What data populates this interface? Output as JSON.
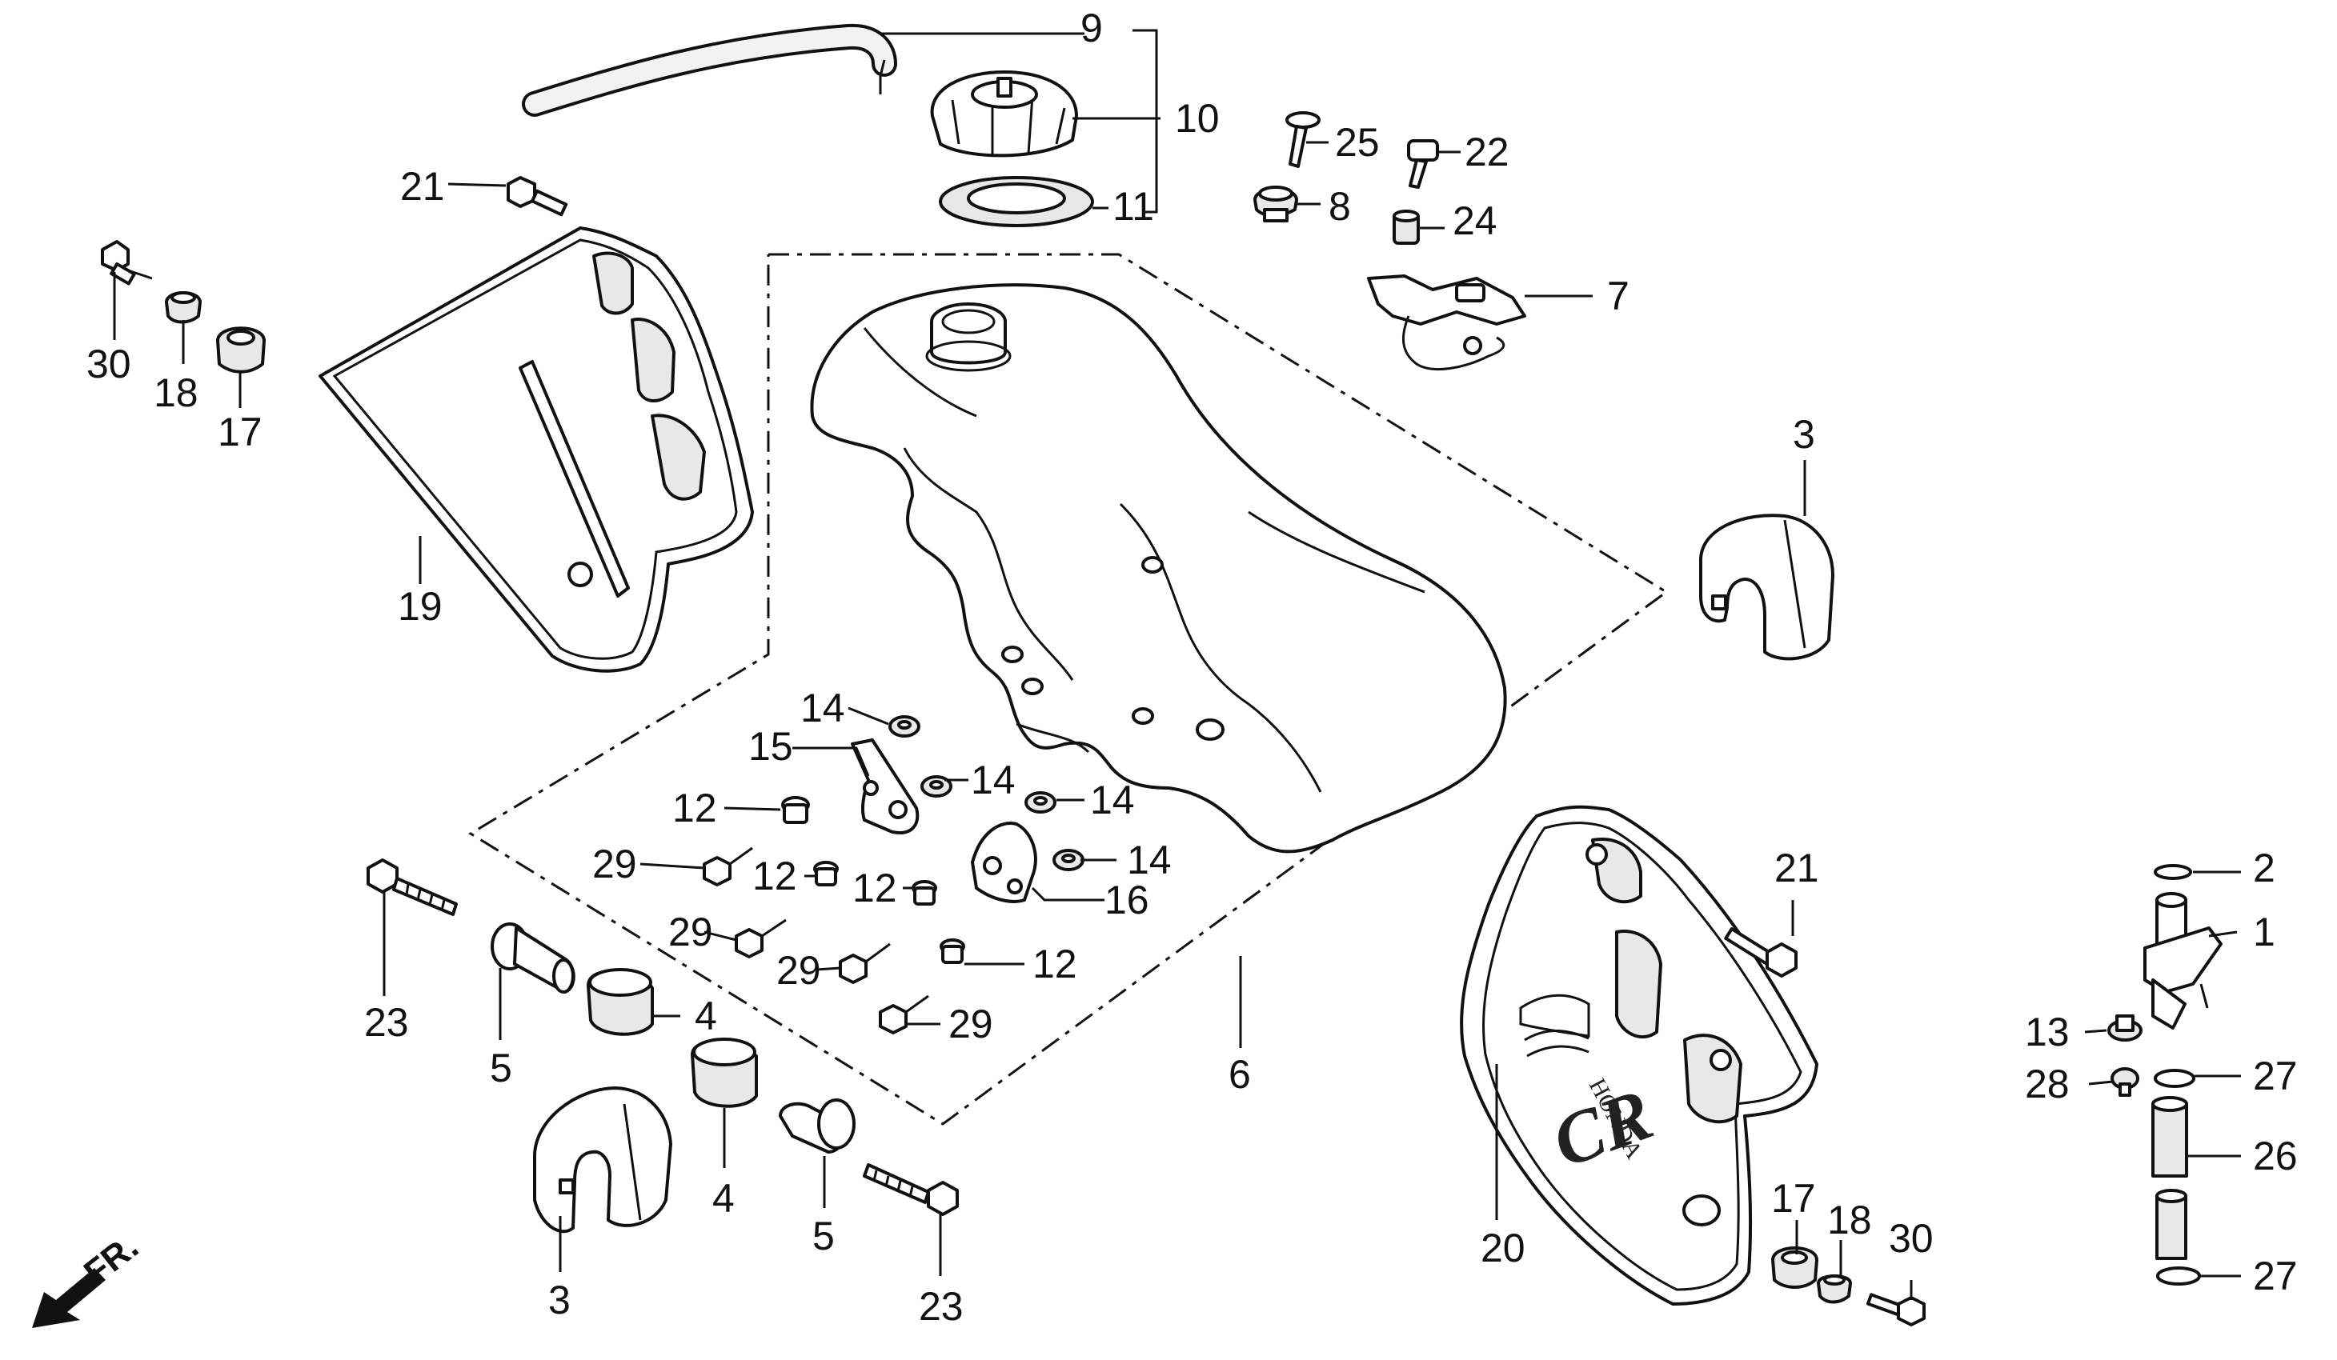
{
  "direction_marker": "FR.",
  "emblem": {
    "brand": "HONDA",
    "model": "CR"
  },
  "callouts": [
    "1",
    "2",
    "3",
    "3",
    "4",
    "4",
    "5",
    "5",
    "6",
    "7",
    "8",
    "9",
    "10",
    "11",
    "12",
    "12",
    "12",
    "12",
    "13",
    "14",
    "14",
    "14",
    "14",
    "15",
    "16",
    "17",
    "17",
    "18",
    "18",
    "19",
    "20",
    "21",
    "21",
    "22",
    "23",
    "23",
    "24",
    "25",
    "26",
    "27",
    "27",
    "28",
    "29",
    "29",
    "29",
    "29",
    "30",
    "30"
  ]
}
